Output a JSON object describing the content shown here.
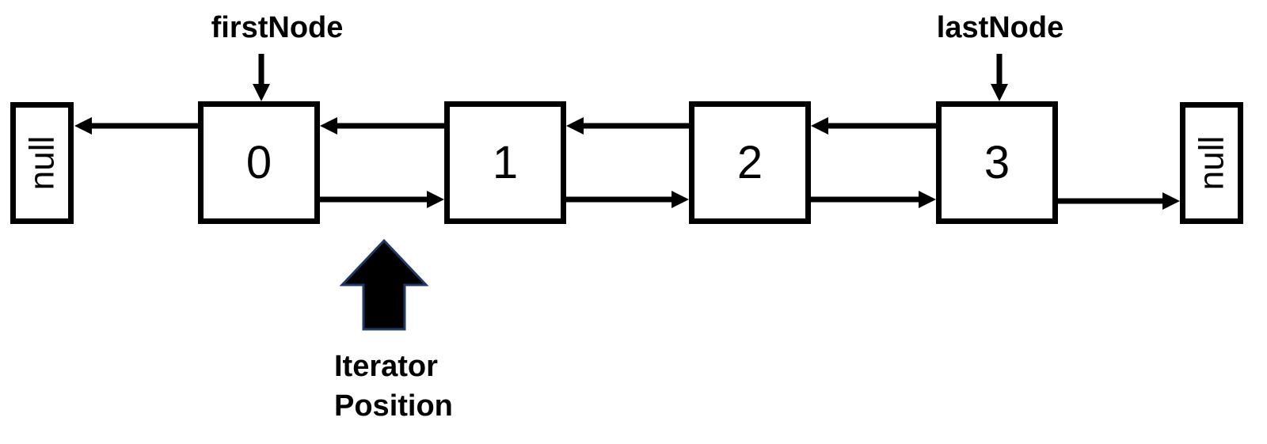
{
  "diagram": {
    "background": "#ffffff",
    "stroke_color": "#000000",
    "pointer_labels": {
      "first": "firstNode",
      "last": "lastNode"
    },
    "terminals": {
      "left": "null",
      "right": "null"
    },
    "nodes": [
      {
        "value": "0"
      },
      {
        "value": "1"
      },
      {
        "value": "2"
      },
      {
        "value": "3"
      }
    ],
    "iterator": {
      "line1": "Iterator",
      "line2": "Position",
      "arrow_fill": "#000000",
      "arrow_outline": "#1f3864"
    }
  }
}
